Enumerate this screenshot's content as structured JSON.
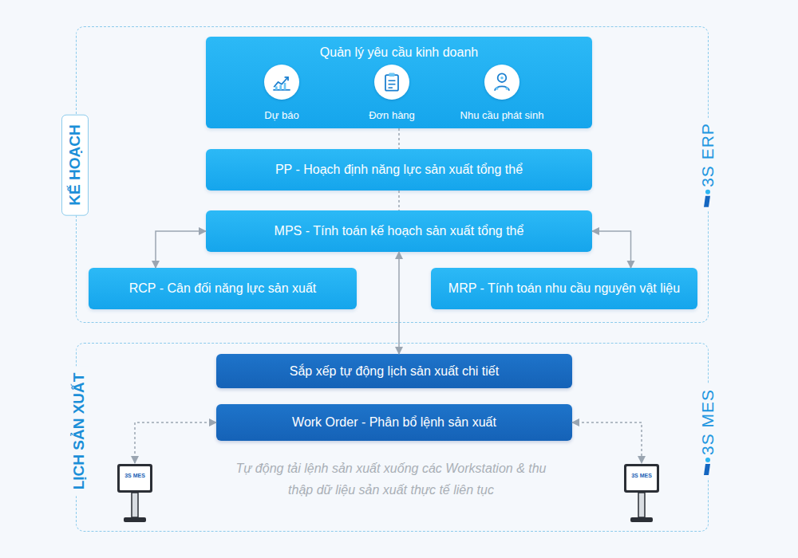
{
  "diagram": {
    "nodes": [
      {
        "text": [
          "KẾ HOẠCH",
          "3S ERP"
        ]
      },
      {
        "text": [
          "Quản lý yêu cầu kinh doanh"
        ],
        "in": 0
      },
      {
        "text": [
          "Dự báo"
        ],
        "in": 1
      },
      {
        "text": [
          "Đơn hàng"
        ],
        "in": 1
      },
      {
        "text": [
          "Nhu cầu phát sinh"
        ],
        "in": 1
      },
      {
        "text": [
          "PP - Hoạch định năng lực sản xuất tổng thể"
        ],
        "in": 0
      },
      {
        "text": [
          "MPS - Tính toán kế hoạch sản xuất tổng thể"
        ],
        "in": 0
      },
      {
        "text": [
          "RCP - Cân đối năng lực sản xuất"
        ],
        "in": 0
      },
      {
        "text": [
          "MRP - Tính toán nhu cầu nguyên vật liệu"
        ],
        "in": 0
      },
      {
        "text": [
          "LỊCH SẢN XUẤT",
          "3S MES"
        ]
      },
      {
        "text": [
          "Sắp xếp tự động lịch sản xuất chi tiết"
        ],
        "in": 9
      },
      {
        "text": [
          "Work Order - Phân bổ lệnh sản xuất"
        ],
        "in": 9
      },
      {
        "text": [
          "3S MES"
        ],
        "in": 9
      },
      {
        "text": [
          "3S MES"
        ],
        "in": 9
      }
    ],
    "edges": [
      {
        "from": 1,
        "to": 5,
        "arrow": "none"
      },
      {
        "from": 5,
        "to": 6,
        "arrow": "none"
      },
      {
        "from": 6,
        "to": 7,
        "arrow": "both"
      },
      {
        "from": 6,
        "to": 8,
        "arrow": "both"
      },
      {
        "from": 6,
        "to": 10,
        "arrow": "both"
      },
      {
        "from": 11,
        "to": 12,
        "arrow": "both"
      },
      {
        "from": 11,
        "to": 13,
        "arrow": "both"
      }
    ],
    "labels": [
      "Tự động tải lệnh sản xuất xuống các Workstation & thu thập dữ liệu sản xuất thực tế liên tục"
    ]
  }
}
